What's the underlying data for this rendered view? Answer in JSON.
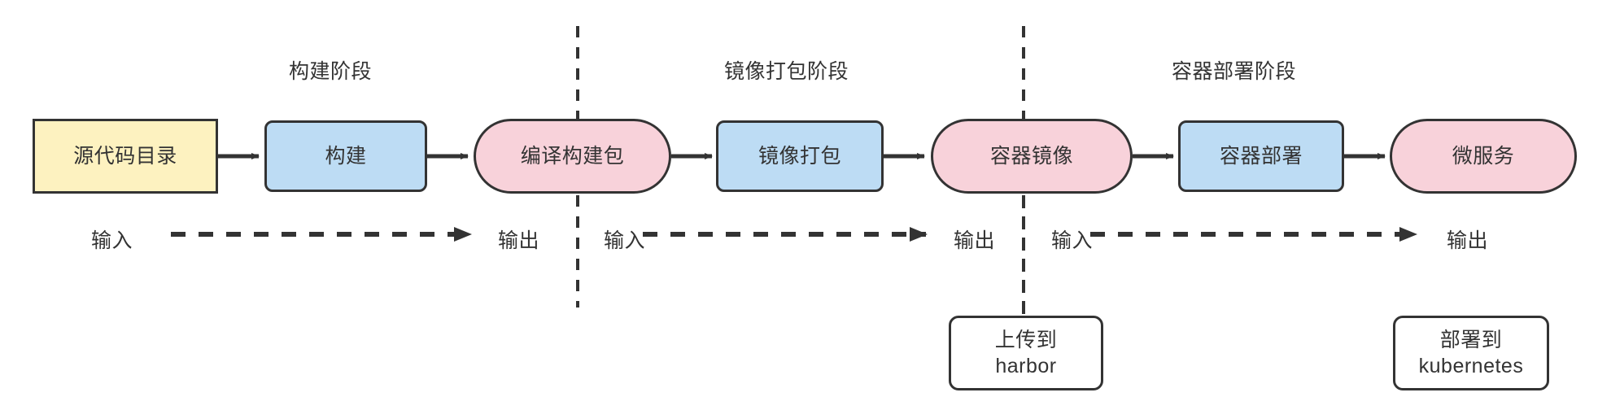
{
  "diagram": {
    "title": "CI/CD pipeline stage diagram",
    "background": "#ffffff",
    "stroke": "#333333",
    "colors": {
      "source_fill": "#fdf2c0",
      "action_fill": "#bddcf4",
      "artifact_fill": "#f8d2da",
      "plain_fill": "#ffffff",
      "stroke": "#333333"
    }
  },
  "phases": [
    {
      "id": "build",
      "label": "构建阶段"
    },
    {
      "id": "package",
      "label": "镜像打包阶段"
    },
    {
      "id": "deploy",
      "label": "容器部署阶段"
    }
  ],
  "nodes": [
    {
      "id": "source-dir",
      "label": "源代码目录",
      "kind": "source"
    },
    {
      "id": "build",
      "label": "构建",
      "kind": "action"
    },
    {
      "id": "build-package",
      "label": "编译构建包",
      "kind": "artifact"
    },
    {
      "id": "image-package",
      "label": "镜像打包",
      "kind": "action"
    },
    {
      "id": "container-image",
      "label": "容器镜像",
      "kind": "artifact"
    },
    {
      "id": "container-deploy",
      "label": "容器部署",
      "kind": "action"
    },
    {
      "id": "microservice",
      "label": "微服务",
      "kind": "artifact"
    }
  ],
  "annotations": [
    {
      "id": "upload-harbor",
      "line1": "上传到",
      "line2": "harbor",
      "label": "上传到\nharbor"
    },
    {
      "id": "deploy-kubernetes",
      "line1": "部署到",
      "line2": "kubernetes",
      "label": "部署到\nkubernetes"
    }
  ],
  "io_labels": {
    "input": "输入",
    "output": "输出"
  },
  "io_rows": [
    {
      "id": "io-row-build",
      "input": "输入",
      "output": "输出"
    },
    {
      "id": "io-row-package",
      "input": "输入",
      "output": "输出"
    },
    {
      "id": "io-row-deploy",
      "input": "输入",
      "output": "输出"
    }
  ]
}
